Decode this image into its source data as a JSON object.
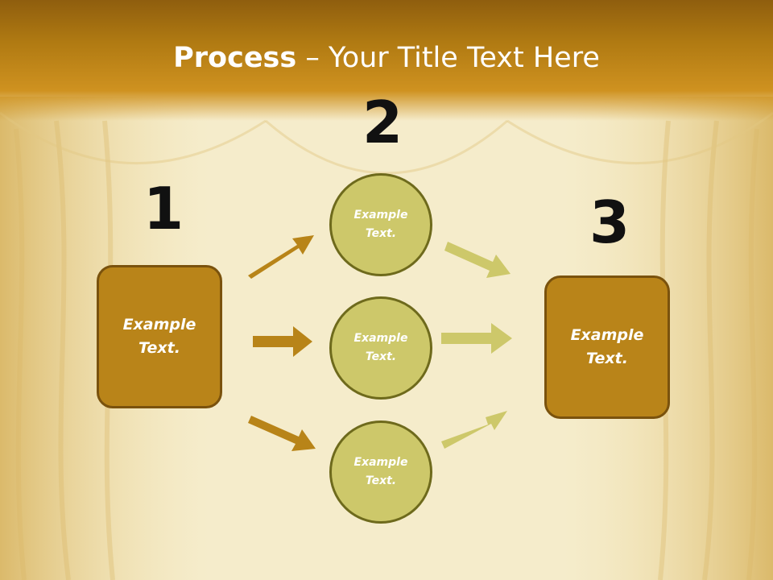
{
  "title": {
    "bold": "Process",
    "rest": " – Your Title Text Here"
  },
  "steps": [
    {
      "number": "1",
      "text": "Example\nText."
    },
    {
      "number": "2",
      "items": [
        "Example\nText.",
        "Example\nText.",
        "Example\nText."
      ]
    },
    {
      "number": "3",
      "text": "Example\nText."
    }
  ],
  "colors": {
    "box_fill": "#b98419",
    "circle_fill": "#cdc86a",
    "arrow_left": "#b88418",
    "arrow_right": "#cdc86a",
    "header": "#b07a12"
  }
}
